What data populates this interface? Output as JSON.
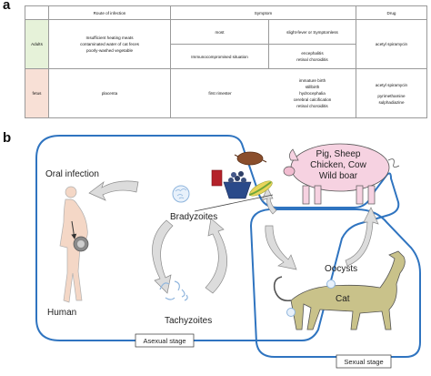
{
  "panel_a": {
    "letter": "a",
    "headers": {
      "blank": "",
      "route": "Route of infection",
      "symptom": "Symptom",
      "drug": "Drug"
    },
    "adults": {
      "label": "Adults",
      "route": [
        "Insufficient heating meats",
        "contaminated water of cat feces",
        "poorly-washed vegetable"
      ],
      "symptom_top": {
        "left": "most",
        "right": "slight-fever or Symptomless"
      },
      "symptom_bottom": {
        "left": "Immunocompromised situation",
        "right": [
          "encephalitis",
          "retinal choroiditis"
        ]
      },
      "drug": "acetyl spiramycin"
    },
    "fetus": {
      "label": "fetus",
      "route": "placenta",
      "symptom_left": "first rimester",
      "symptom_right": [
        "immature birth",
        "stillbirth",
        "hydrocephalia",
        "cerebral calcification",
        "retinal choroiditis"
      ],
      "drug": [
        "acetyl spiramycin",
        "pyrimethamine",
        "sulphadiazine"
      ]
    }
  },
  "panel_b": {
    "letter": "b",
    "labels": {
      "oral_infection": "Oral infection",
      "human": "Human",
      "bradyzoites": "Bradyzoites",
      "tachyzoites": "Tachyzoites",
      "pig_sheep": "Pig, Sheep",
      "chicken_cow": "Chicken, Cow",
      "wild_boar": "Wild boar",
      "oocysts": "Oocysts",
      "cat": "Cat",
      "asexual_stage": "Asexual stage",
      "sexual_stage": "Sexual stage"
    },
    "colors": {
      "stage_outline": "#2f74c0",
      "pig": "#f6d2e1",
      "cat": "#c9c28a",
      "cyst": "#8fb5dd",
      "arrow_fill": "#dcdcdc",
      "arrow_stroke": "#8a8a8a"
    }
  }
}
